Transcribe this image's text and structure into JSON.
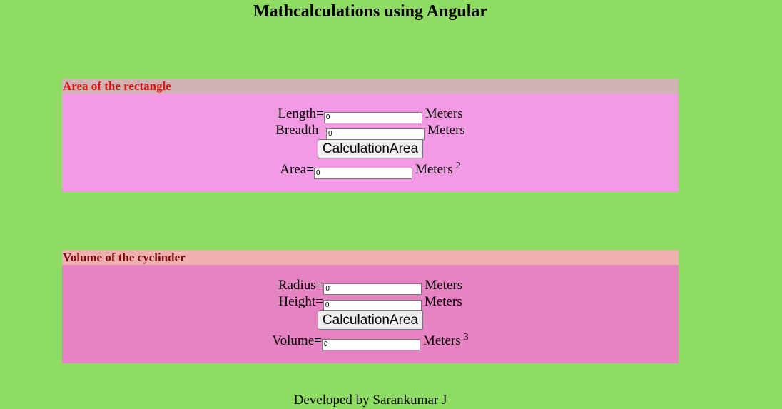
{
  "page": {
    "title": "Mathcalculations using Angular",
    "footer": "Developed by Sarankumar J"
  },
  "rectangle": {
    "header": "Area of the rectangle",
    "length_label": "Length=",
    "length_value": "0",
    "breadth_label": "Breadth=",
    "breadth_value": "0",
    "unit": "Meters",
    "button_label": "CalculationArea",
    "area_label": "Area=",
    "area_value": "0",
    "area_exponent": "2"
  },
  "cylinder": {
    "header": "Volume of the cyclinder",
    "radius_label": "Radius=",
    "radius_value": "0",
    "height_label": "Height=",
    "height_value": "0",
    "unit": "Meters",
    "button_label": "CalculationArea",
    "volume_label": "Volume=",
    "volume_value": "0",
    "volume_exponent": "3"
  },
  "colors": {
    "page_background": "#8edd62",
    "rect_header_bg": "#d2b2b2",
    "rect_header_text": "#e01010",
    "rect_body_bg": "#f29be4",
    "cyl_header_bg": "#f0b0b0",
    "cyl_header_text": "#7a0a0a",
    "cyl_body_bg": "#e683c2"
  }
}
